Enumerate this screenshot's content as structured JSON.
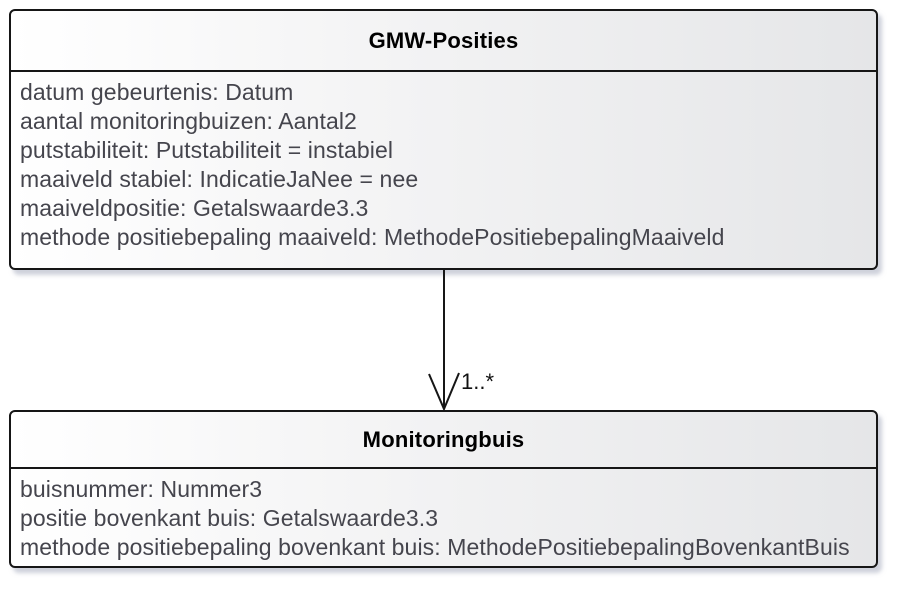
{
  "diagram": {
    "classes": [
      {
        "name": "GMW-Posities",
        "attributes": [
          "datum gebeurtenis: Datum",
          "aantal monitoringbuizen: Aantal2",
          "putstabiliteit: Putstabiliteit = instabiel",
          "maaiveld stabiel: IndicatieJaNee = nee",
          "maaiveldpositie: Getalswaarde3.3",
          "methode positiebepaling maaiveld: MethodePositiebepalingMaaiveld"
        ]
      },
      {
        "name": "Monitoringbuis",
        "attributes": [
          "buisnummer: Nummer3",
          "positie bovenkant buis: Getalswaarde3.3",
          "methode positiebepaling bovenkant buis: MethodePositiebepalingBovenkantBuis"
        ]
      }
    ],
    "association": {
      "from": "GMW-Posities",
      "to": "Monitoringbuis",
      "multiplicity": "1..*"
    },
    "colors": {
      "border": "#161616",
      "title_text": "#000000",
      "attribute_text": "#45454d",
      "gradient_start": "#ffffff",
      "gradient_end": "#e5e6e8",
      "shadow": "#a5acbe",
      "background": "#ffffff"
    }
  }
}
